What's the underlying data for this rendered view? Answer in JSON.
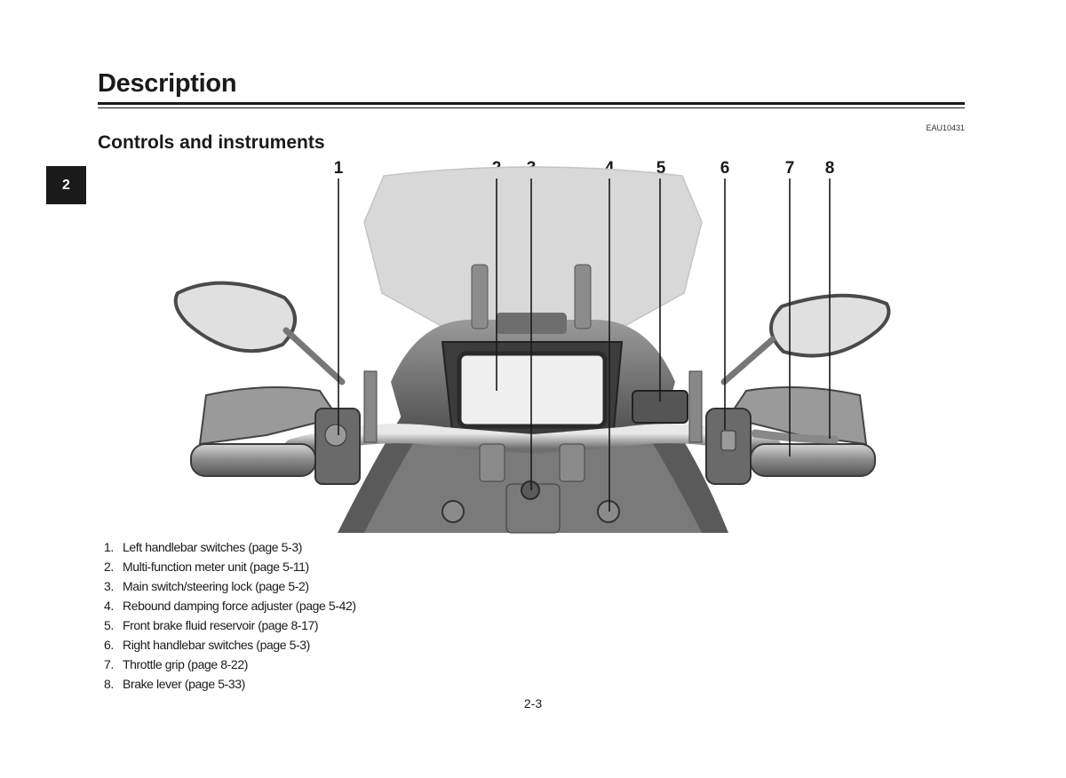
{
  "header": {
    "title": "Description",
    "doc_code": "EAU10431",
    "chapter_tab": "2"
  },
  "section": {
    "title": "Controls and instruments"
  },
  "figure": {
    "callouts": [
      "1",
      "2",
      "3",
      "4",
      "5",
      "6",
      "7",
      "8"
    ]
  },
  "legend": {
    "items": [
      {
        "num": "1.",
        "text": "Left handlebar switches (page 5-3)"
      },
      {
        "num": "2.",
        "text": "Multi-function meter unit (page 5-11)"
      },
      {
        "num": "3.",
        "text": "Main switch/steering lock (page 5-2)"
      },
      {
        "num": "4.",
        "text": "Rebound damping force adjuster (page 5-42)"
      },
      {
        "num": "5.",
        "text": "Front brake fluid reservoir (page 8-17)"
      },
      {
        "num": "6.",
        "text": "Right handlebar switches (page 5-3)"
      },
      {
        "num": "7.",
        "text": "Throttle grip (page 8-22)"
      },
      {
        "num": "8.",
        "text": "Brake lever (page 5-33)"
      }
    ]
  },
  "footer": {
    "page_number": "2-3"
  }
}
